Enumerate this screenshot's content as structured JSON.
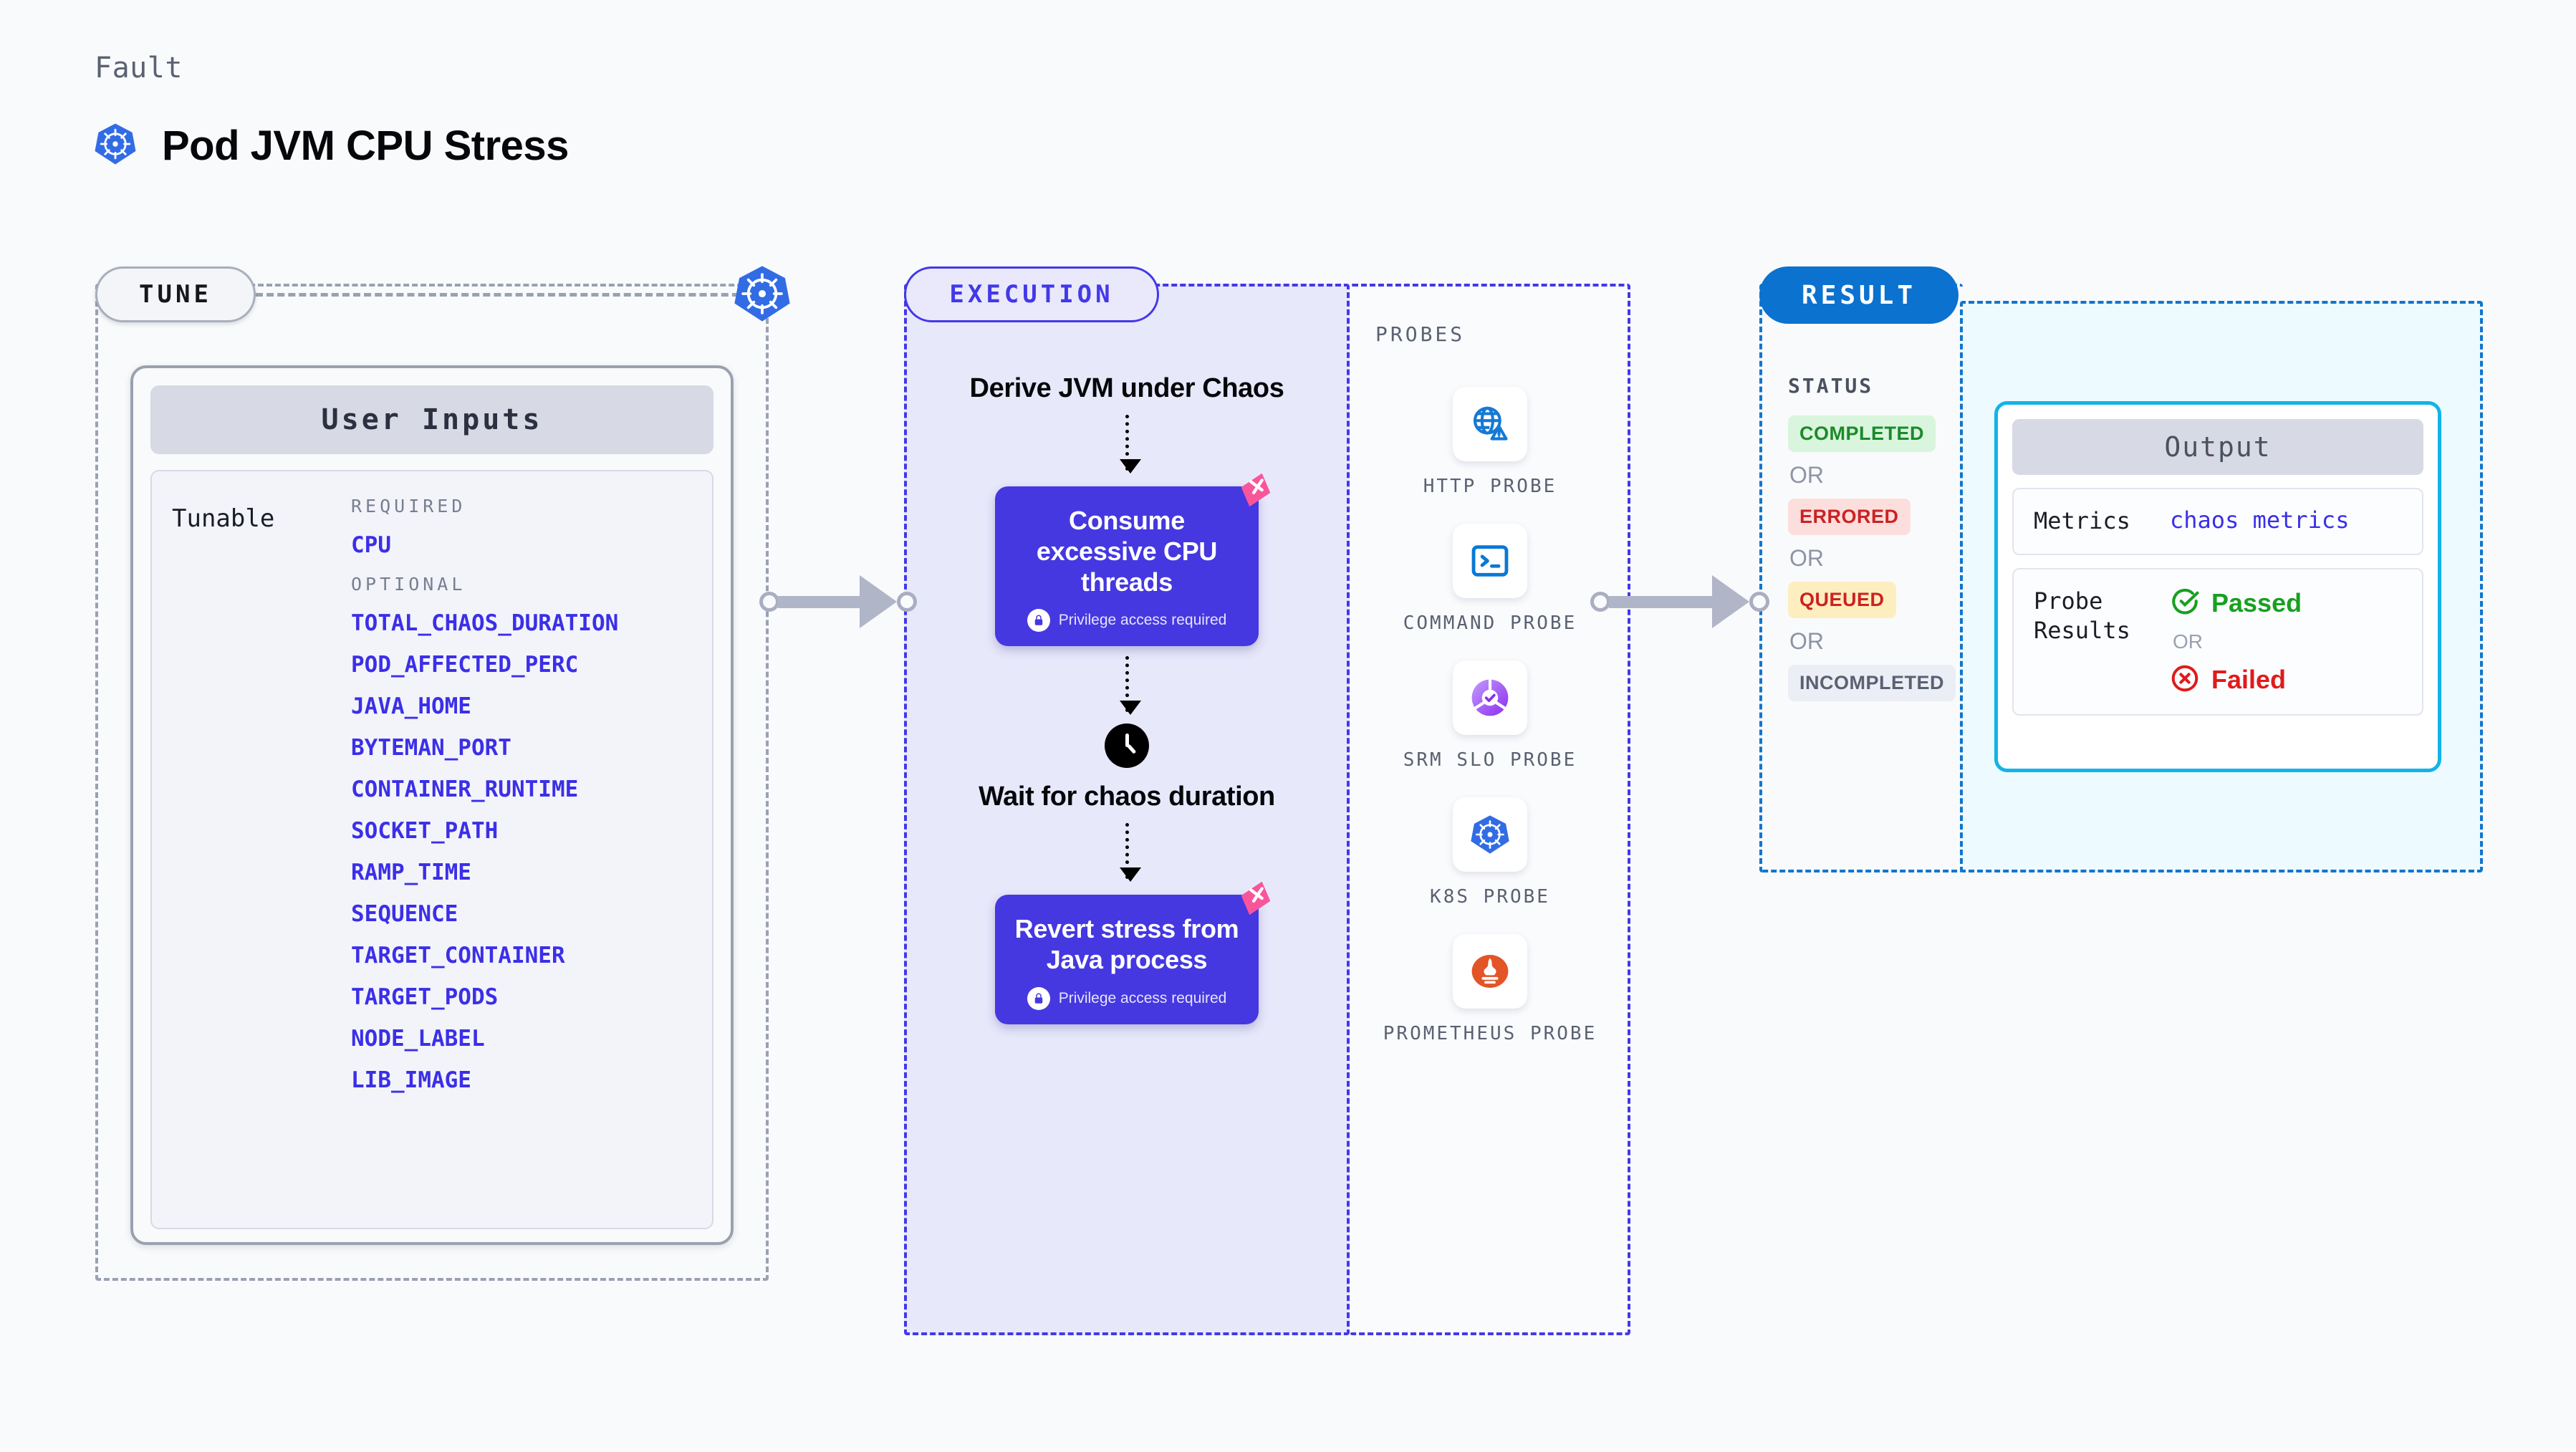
{
  "header": {
    "eyebrow": "Fault",
    "title": "Pod JVM CPU Stress",
    "icon": "kubernetes-icon"
  },
  "tune": {
    "pill_label": "TUNE",
    "badge_icon": "kubernetes-icon",
    "card_title": "User Inputs",
    "tunable_label": "Tunable",
    "required_label": "REQUIRED",
    "optional_label": "OPTIONAL",
    "required": [
      "CPU"
    ],
    "optional": [
      "TOTAL_CHAOS_DURATION",
      "POD_AFFECTED_PERC",
      "JAVA_HOME",
      "BYTEMAN_PORT",
      "CONTAINER_RUNTIME",
      "SOCKET_PATH",
      "RAMP_TIME",
      "SEQUENCE",
      "TARGET_CONTAINER",
      "TARGET_PODS",
      "NODE_LABEL",
      "LIB_IMAGE"
    ]
  },
  "execution": {
    "pill_label": "EXECUTION",
    "step_title": "Derive JVM under Chaos",
    "action_1": {
      "title": "Consume excessive CPU threads",
      "privilege": "Privilege access required",
      "flag_icon": "litmus-flag-icon",
      "lock_icon": "lock-icon"
    },
    "wait_step": {
      "title": "Wait for chaos duration",
      "icon": "clock-icon"
    },
    "action_2": {
      "title": "Revert stress from Java process",
      "privilege": "Privilege access required",
      "flag_icon": "litmus-flag-icon",
      "lock_icon": "lock-icon"
    }
  },
  "probes": {
    "title": "PROBES",
    "items": [
      {
        "label": "HTTP PROBE",
        "icon": "globe-warning-icon"
      },
      {
        "label": "COMMAND PROBE",
        "icon": "terminal-icon"
      },
      {
        "label": "SRM SLO PROBE",
        "icon": "slo-gauge-icon"
      },
      {
        "label": "K8S PROBE",
        "icon": "kubernetes-icon"
      },
      {
        "label": "PROMETHEUS PROBE",
        "icon": "prometheus-icon"
      }
    ]
  },
  "result": {
    "pill_label": "RESULT",
    "status_title": "STATUS",
    "or_label": "OR",
    "statuses": [
      {
        "label": "COMPLETED",
        "bg": "#d9f5dd",
        "fg": "#1b8a2a"
      },
      {
        "label": "ERRORED",
        "bg": "#fcdedd",
        "fg": "#cc2222"
      },
      {
        "label": "QUEUED",
        "bg": "#fdeebf",
        "fg": "#cc2222"
      },
      {
        "label": "INCOMPLETED",
        "bg": "#eceef6",
        "fg": "#5a6172"
      }
    ]
  },
  "output": {
    "header": "Output",
    "metrics_key": "Metrics",
    "metrics_value": "chaos metrics",
    "probe_results_key": "Probe Results",
    "passed_label": "Passed",
    "failed_label": "Failed",
    "or_label": "OR",
    "passed_icon": "check-circle-icon",
    "failed_icon": "x-circle-icon"
  },
  "colors": {
    "accent_indigo": "#4338e8",
    "accent_blue": "#0b72cf",
    "accent_cyan": "#12b3e8",
    "param_blue": "#3b2fe8",
    "pink_flag": "#f9559a"
  }
}
